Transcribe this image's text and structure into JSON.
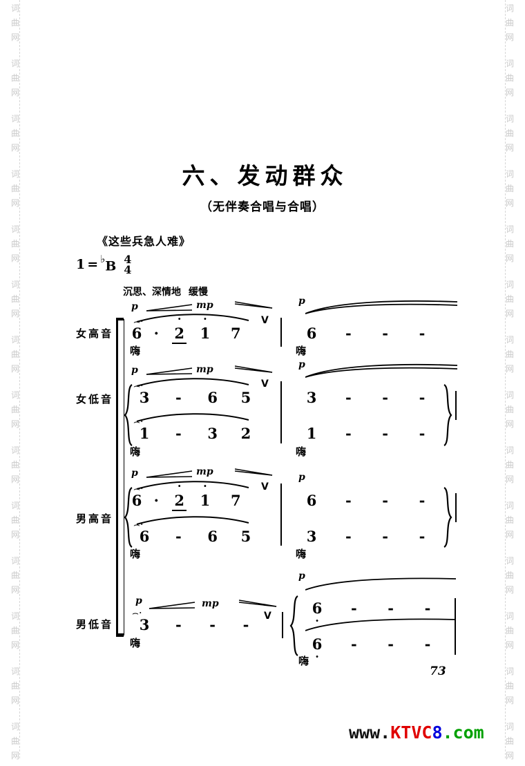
{
  "document": {
    "title": "六、发动群众",
    "subtitle": "（无伴奏合唱与合唱）",
    "song_reference": "《这些兵急人难》",
    "key_label": "1",
    "key_equals": "=",
    "key_flat": "♭",
    "key_note": "B",
    "meter_numerator": "4",
    "meter_denominator": "4",
    "tempo_expression": "沉思、深情地",
    "tempo_speed": "缓慢",
    "page_number": "73",
    "lyric_syllable": "嗨"
  },
  "dynamics": {
    "p": "p",
    "mp": "mp",
    "breath": "V"
  },
  "parts": [
    {
      "name": "女高音",
      "label": "女高音",
      "voices": [
        {
          "measure1": [
            "6",
            "·",
            "2",
            "1",
            "7"
          ],
          "measure2": [
            "6",
            "-",
            "-",
            "-"
          ],
          "octave_up": [
            "",
            "",
            "2",
            "1",
            ""
          ]
        }
      ],
      "lyric_m1": "嗨",
      "lyric_m2": "嗨",
      "dyn_m1": [
        "p",
        "mp"
      ],
      "dyn_m2": [
        "p"
      ]
    },
    {
      "name": "女低音",
      "label": "女低音",
      "voices": [
        {
          "measure1": [
            "3",
            "-",
            "6",
            "5"
          ],
          "measure2": [
            "3",
            "-",
            "-",
            "-"
          ]
        },
        {
          "measure1": [
            "1",
            "-",
            "3",
            "2"
          ],
          "measure2": [
            "1",
            "-",
            "-",
            "-"
          ]
        }
      ],
      "lyric_m1": "嗨",
      "lyric_m2": "嗨",
      "dyn_m1": [
        "p",
        "mp"
      ],
      "dyn_m2": [
        "p"
      ]
    },
    {
      "name": "男高音",
      "label": "男高音",
      "voices": [
        {
          "measure1": [
            "6",
            "·",
            "2",
            "1",
            "7"
          ],
          "measure2": [
            "6",
            "-",
            "-",
            "-"
          ],
          "octave_up": [
            "",
            "",
            "2",
            "1",
            ""
          ]
        },
        {
          "measure1": [
            "6",
            "-",
            "6",
            "5"
          ],
          "measure2": [
            "3",
            "-",
            "-",
            "-"
          ]
        }
      ],
      "lyric_m1": "嗨",
      "lyric_m2": "嗨",
      "dyn_m1": [
        "p",
        "mp"
      ],
      "dyn_m2": [
        "p"
      ]
    },
    {
      "name": "男低音",
      "label": "男低音",
      "voices": [
        {
          "measure1": [
            "3",
            "-",
            "-",
            "-"
          ],
          "measure2": [
            "6",
            "-",
            "-",
            "-"
          ],
          "octave_down_m2": true
        },
        {
          "measure2": [
            "6",
            "-",
            "-",
            "-"
          ],
          "octave_down_m2": true
        }
      ],
      "lyric_m1": "嗨",
      "lyric_m2": "嗨",
      "dyn_m1": [
        "p",
        "mp"
      ],
      "dyn_m2": [
        "p"
      ]
    }
  ],
  "watermark": {
    "side_text_chars": [
      "词",
      "曲",
      "网"
    ],
    "bottom_www": "www.",
    "bottom_ktvc": "KTVC",
    "bottom_8": "8",
    "bottom_com": ".com",
    "color_www": "#111111",
    "color_ktvc": "#e00000",
    "color_8": "#0000dd",
    "color_com": "#00a000"
  }
}
